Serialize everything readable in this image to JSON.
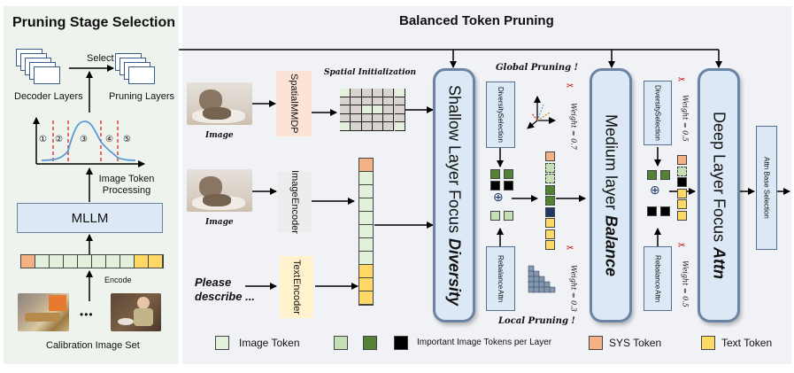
{
  "left_panel": {
    "title": "Pruning Stage Selection",
    "decoder_layers_label": "Decoder Layers",
    "select_label": "Select",
    "pruning_layers_label": "Pruning Layers",
    "stage_markers": [
      "①",
      "②",
      "③",
      "④",
      "⑤"
    ],
    "processing_label": [
      "Image Token",
      "Processing"
    ],
    "mllm_label": "MLLM",
    "encode_label": "Encode",
    "ellipsis": "•••",
    "calibration_label": "Calibration Image Set",
    "token_strip": [
      "sys",
      "img",
      "img",
      "img",
      "img",
      "img",
      "img",
      "img",
      "text",
      "text"
    ]
  },
  "right_panel": {
    "title": "Balanced Token Pruning",
    "image_label_1": "Image",
    "image_label_2": "Image",
    "spatial_mmdp_label": [
      "Spatial",
      "MMDP"
    ],
    "spatial_init_label": "Spatial Initialization",
    "image_encoder_label": [
      "Image",
      "Encoder"
    ],
    "text_encoder_label": [
      "Text",
      "Encoder"
    ],
    "prompt_text": [
      "Please",
      "describe ..."
    ],
    "input_tokens": [
      "sys",
      "img",
      "img",
      "img",
      "img",
      "img",
      "img",
      "img",
      "text",
      "text",
      "text"
    ],
    "shallow_layer": {
      "prefix": "Shallow Layer Focus ",
      "emph": "Diversity"
    },
    "medium_layer": {
      "prefix": "Medium layer ",
      "emph": "Balance"
    },
    "deep_layer": {
      "prefix": "Deep Layer Focus ",
      "emph": "Attn"
    },
    "global_pruning_label": "Global Pruning !",
    "local_pruning_label": "Local Pruning !",
    "diversity_selection_label": [
      "Diversity",
      "Selection"
    ],
    "rebalance_attn_label": [
      "Rebalance",
      "Attn"
    ],
    "oplus": "⊕",
    "weight_labels": {
      "shallow_global": "Weight = 0.7",
      "shallow_local": "Weight = 0.3",
      "medium_global": "Weight = 0.5",
      "medium_local": "Weight = 0.5"
    },
    "attn_base_selection_label": "Attn Base Selection",
    "shallow_output_tokens": [
      "sys",
      "light-dash",
      "light-dash",
      "green-dash",
      "green-dash",
      "navy",
      "text",
      "text",
      "text"
    ],
    "medium_output_tokens": [
      "sys",
      "light-dash",
      "black",
      "text",
      "text",
      "text"
    ]
  },
  "legend": {
    "items": [
      {
        "label": "Image Token",
        "colors": [
          "#e3f0dc"
        ]
      },
      {
        "label": "Important Image Tokens per Layer",
        "colors": [
          "#c5e0b4",
          "#548235",
          "#000000"
        ]
      },
      {
        "label": "SYS Token",
        "colors": [
          "#f4b183"
        ]
      },
      {
        "label": "Text Token",
        "colors": [
          "#ffd966"
        ]
      }
    ]
  },
  "colors": {
    "sys": "#f4b183",
    "img": "#e3f0dc",
    "text": "#ffd966",
    "light_green": "#c5e0b4",
    "dark_green": "#548235",
    "navy": "#203864",
    "black": "#000000",
    "layer_fill": "#dce8f5",
    "layer_border": "#6b84a3",
    "mmdp_fill": "#fbe3d6",
    "text_encoder_fill": "#fff2cc",
    "image_encoder_fill": "#ececec",
    "curve": "#5b9bd5",
    "dashed_red": "#e02020"
  }
}
